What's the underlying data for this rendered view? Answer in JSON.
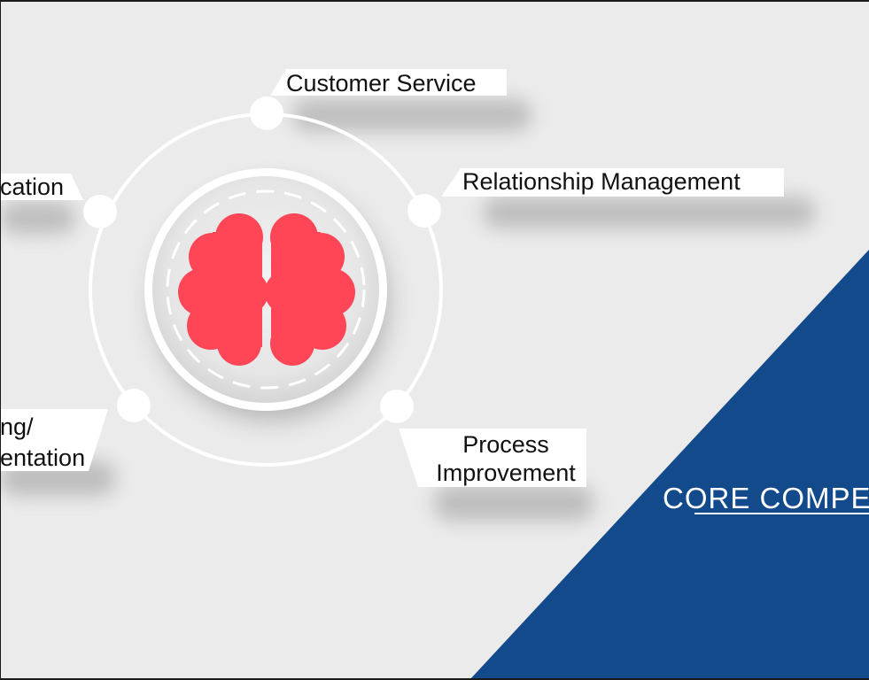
{
  "diagram": {
    "competencies": [
      {
        "id": "customer-service",
        "label": "Customer Service"
      },
      {
        "id": "relationship-management",
        "label": "Relationship Management"
      },
      {
        "id": "process-improvement",
        "label": "Process Improvement"
      },
      {
        "id": "left-bottom",
        "label_line1": "ng/",
        "label_line2": "entation"
      },
      {
        "id": "left-top",
        "label": "cation"
      }
    ],
    "center_icon": "brain-icon"
  },
  "banner": {
    "title": "CORE COMPE"
  },
  "colors": {
    "background": "#ebebeb",
    "brain": "#fe4657",
    "banner": "#134a8c",
    "ring": "#ffffff"
  }
}
